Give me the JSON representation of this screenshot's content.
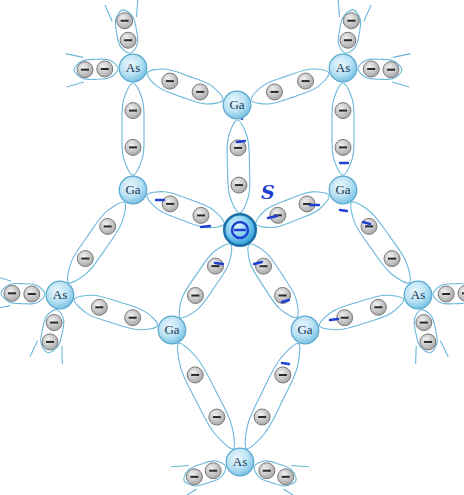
{
  "diagram": {
    "nodes": [
      {
        "text": [
          "As"
        ]
      },
      {
        "text": [
          "Ga"
        ]
      },
      {
        "text": [
          "As"
        ]
      },
      {
        "text": [
          "Ga"
        ]
      },
      {
        "text": [
          "S"
        ]
      },
      {
        "text": [
          "Ga"
        ]
      },
      {
        "text": [
          "As"
        ]
      },
      {
        "text": [
          "As"
        ]
      },
      {
        "text": [
          "Ga"
        ]
      },
      {
        "text": [
          "Ga"
        ]
      },
      {
        "text": [
          "As"
        ]
      }
    ],
    "edges": [
      {
        "from": 0,
        "to": 1,
        "arrow": "none"
      },
      {
        "from": 1,
        "to": 2,
        "arrow": "none"
      },
      {
        "from": 0,
        "to": 3,
        "arrow": "none"
      },
      {
        "from": 2,
        "to": 5,
        "arrow": "none"
      },
      {
        "from": 1,
        "to": 4,
        "arrow": "none"
      },
      {
        "from": 3,
        "to": 4,
        "arrow": "none"
      },
      {
        "from": 5,
        "to": 4,
        "arrow": "none"
      },
      {
        "from": 3,
        "to": 6,
        "arrow": "none"
      },
      {
        "from": 5,
        "to": 7,
        "arrow": "none"
      },
      {
        "from": 6,
        "to": 8,
        "arrow": "none"
      },
      {
        "from": 7,
        "to": 9,
        "arrow": "none"
      },
      {
        "from": 4,
        "to": 8,
        "arrow": "none"
      },
      {
        "from": 4,
        "to": 9,
        "arrow": "none"
      },
      {
        "from": 8,
        "to": 10,
        "arrow": "none"
      },
      {
        "from": 9,
        "to": 10,
        "arrow": "none"
      }
    ]
  }
}
